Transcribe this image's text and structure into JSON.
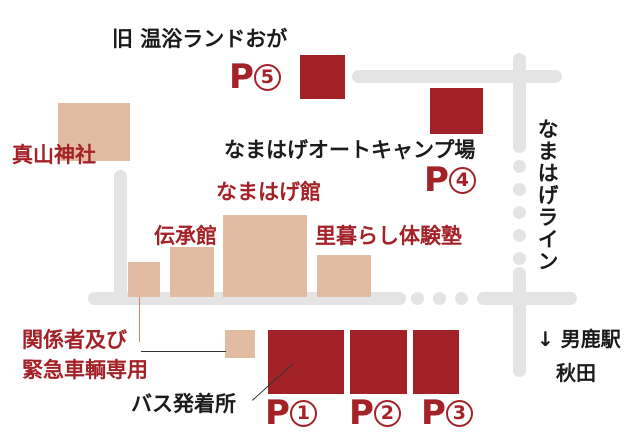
{
  "map": {
    "title_top": "旧 温浴ランドおが",
    "colors": {
      "lot_red": "#a32228",
      "building_beige": "#e2bca2",
      "road_gray": "#e4e4e4",
      "text_black": "#1b1b1b"
    },
    "labels": {
      "shinzan_jinja": "真山神社",
      "namahage_kan": "なまはげ館",
      "denshoukan": "伝承館",
      "satogurashi": "里暮らし体験塾",
      "auto_camp": "なまはげオートキャンプ場",
      "namahage_line": "なまはげライン",
      "kankeisha_line1": "関係者及び",
      "kankeisha_line2": "緊急車輌専用",
      "bus_stop": "バス発着所",
      "oga_station": "↓ 男鹿駅",
      "akita": "秋田"
    },
    "parking": [
      {
        "id": "p1",
        "letter": "P",
        "number": "①"
      },
      {
        "id": "p2",
        "letter": "P",
        "number": "②"
      },
      {
        "id": "p3",
        "letter": "P",
        "number": "③"
      },
      {
        "id": "p4",
        "letter": "P",
        "number": "④"
      },
      {
        "id": "p5",
        "letter": "P",
        "number": "⑤"
      }
    ]
  }
}
